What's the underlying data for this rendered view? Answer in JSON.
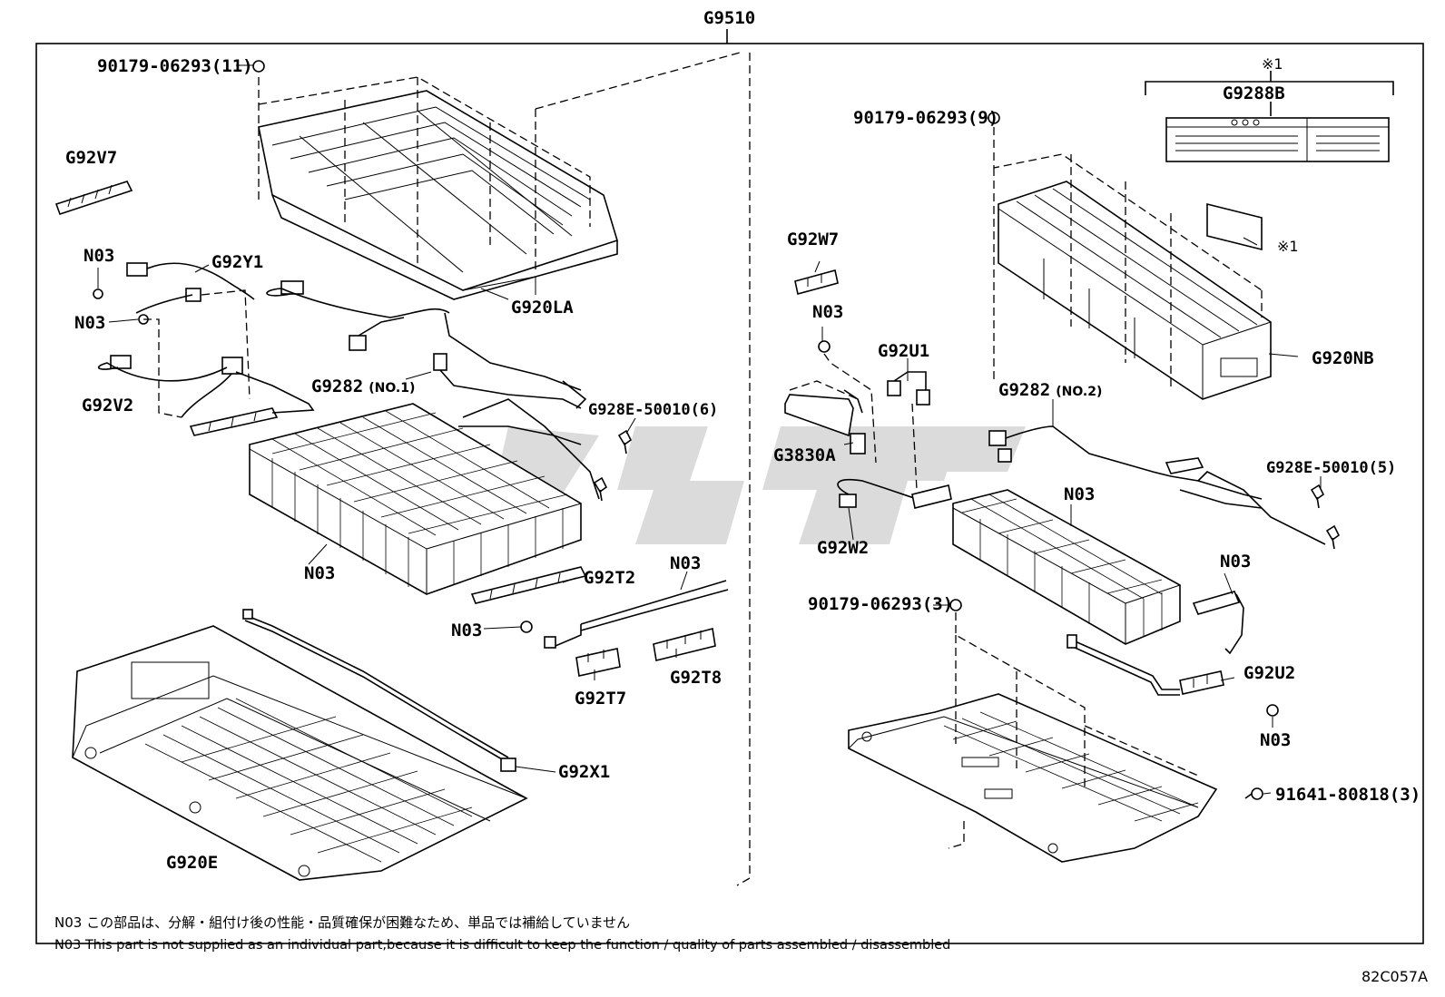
{
  "assembly_label": "G9510",
  "diagram_code": "82C057A",
  "labels": {
    "bolt_11": "90179-06293(11)",
    "bolt_9": "90179-06293(9)",
    "bolt_3": "90179-06293(3)",
    "g92v7": "G92V7",
    "n03_a": "N03",
    "g92y1": "G92Y1",
    "n03_b": "N03",
    "g92v2": "G92V2",
    "g920la": "G920LA",
    "g9282_1": "G9282",
    "g9282_1_suffix": "(NO.1)",
    "g928e_6": "G928E-50010(6)",
    "n03_c": "N03",
    "g92t2": "G92T2",
    "n03_d": "N03",
    "n03_e": "N03",
    "g92t7": "G92T7",
    "g92t8": "G92T8",
    "g92x1": "G92X1",
    "g920e": "G920E",
    "mark_1": "※1",
    "g9288b": "G9288B",
    "mark_1b": "※1",
    "g92w7": "G92W7",
    "n03_f": "N03",
    "g92u1": "G92U1",
    "g920nb": "G920NB",
    "g9282_2": "G9282",
    "g9282_2_suffix": "(NO.2)",
    "g3830a": "G3830A",
    "n03_g": "N03",
    "g928e_5": "G928E-50010(5)",
    "g92w2": "G92W2",
    "n03_h": "N03",
    "g92u2": "G92U2",
    "n03_i": "N03",
    "screw_3": "91641-80818(3)"
  },
  "notes": {
    "japanese": "N03 この部品は、分解・組付け後の性能・品質確保が困難なため、単品では補給していません",
    "english": "N03 This part is not supplied as an individual part,because it is difficult to keep the function / quality of parts assembled / disassembled"
  }
}
